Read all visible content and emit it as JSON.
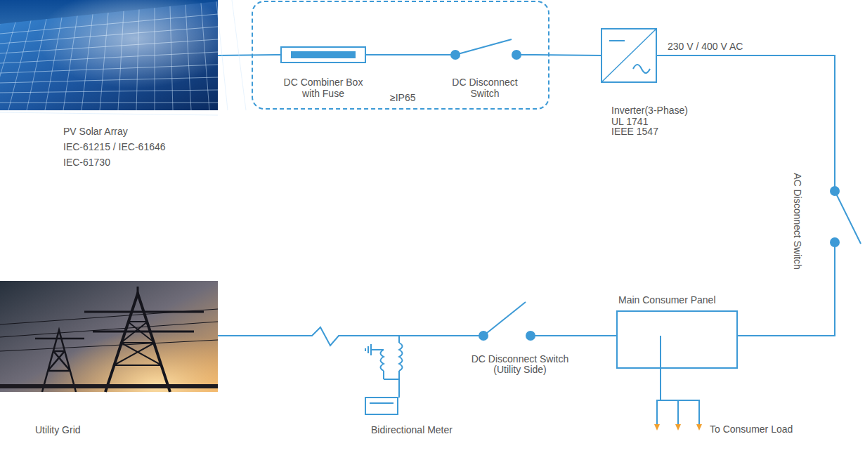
{
  "diagram": {
    "nodes": [
      {
        "text": [
          "PV Solar Array",
          "IEC-61215 / IEC-61646 IEC-61730"
        ]
      },
      {
        "text": [
          "≥IP65"
        ]
      },
      {
        "text": [
          "DC Combiner Box with Fuse"
        ],
        "in": 1
      },
      {
        "text": [
          "DC Disconnect Switch"
        ],
        "in": 1
      },
      {
        "text": [
          "Inverter(3-Phase)",
          "UL 1741 IEEE 1547"
        ]
      },
      {
        "text": [
          "AC Disconnect Switch"
        ]
      },
      {
        "text": [
          "Main Consumer Panel"
        ]
      },
      {
        "text": [
          "DC Disconnect Switch (Utility Side)"
        ]
      },
      {
        "text": [
          "Bidirectional Meter"
        ]
      },
      {
        "text": [
          "Utility Grid"
        ]
      }
    ],
    "edges": [
      {
        "from": 0,
        "to": 2,
        "arrow": "none"
      },
      {
        "from": 2,
        "to": 3,
        "arrow": "none"
      },
      {
        "from": 3,
        "to": 4,
        "arrow": "none"
      },
      {
        "from": 4,
        "to": 5,
        "arrow": "none"
      },
      {
        "from": 5,
        "to": 6,
        "arrow": "none"
      },
      {
        "from": 6,
        "to": 7,
        "arrow": "none"
      },
      {
        "from": 7,
        "to": 8,
        "arrow": "none"
      },
      {
        "from": 8,
        "to": 9,
        "arrow": "none"
      }
    ],
    "labels": [
      "230 V / 400 V AC",
      "To Consumer Load"
    ]
  }
}
